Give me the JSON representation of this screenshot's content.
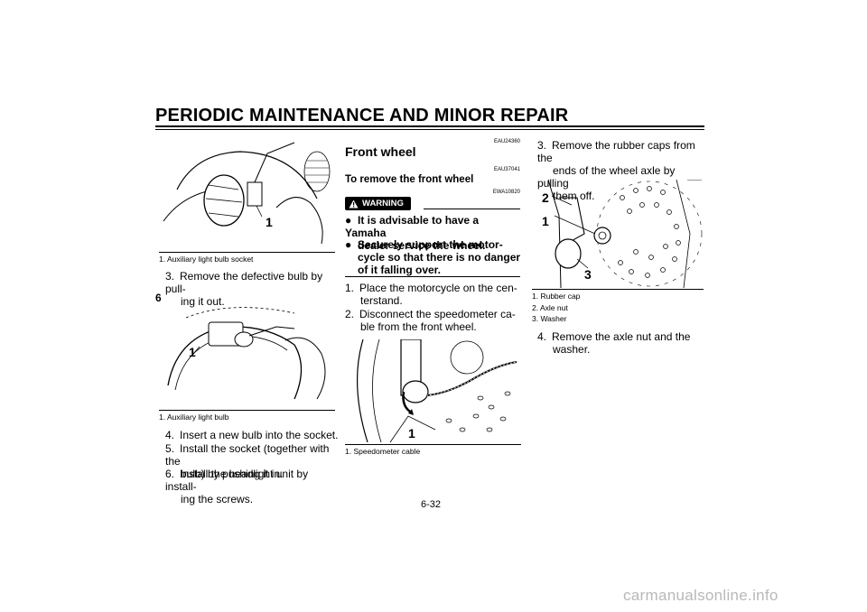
{
  "header": {
    "title": "PERIODIC MAINTENANCE AND MINOR REPAIR"
  },
  "chapter": "6",
  "page_number": "6-32",
  "watermark": "carmanualsonline.info",
  "left": {
    "fig1_label": "1",
    "fig1_caption": "1.  Auxiliary light bulb socket",
    "step3_num": "3.",
    "step3_l1": "Remove the defective bulb by pull-",
    "step3_l2": "ing it out.",
    "fig2_label": "1",
    "fig2_caption": "1.  Auxiliary light bulb",
    "step4_num": "4.",
    "step4_l1": "Insert a new bulb into the socket.",
    "step5_num": "5.",
    "step5_l1": "Install the socket (together with the",
    "step5_l2": "bulb) by pushing it in.",
    "step6_num": "6.",
    "step6_l1": "Install the headlight unit by install-",
    "step6_l2": "ing the screws."
  },
  "middle": {
    "code1": "EAU24360",
    "section_title": "Front wheel",
    "code2": "EAU37041",
    "sub_title": "To remove the front wheel",
    "code3": "EWA10820",
    "warning_label": "WARNING",
    "bullet1_l1": "It is advisable to have a Yamaha",
    "bullet1_l2": "dealer service the wheel.",
    "bullet2_l1": "Securely  support  the  motor-",
    "bullet2_l2": "cycle so that there is no danger",
    "bullet2_l3": "of it falling over.",
    "step1_num": "1.",
    "step1_l1": "Place the motorcycle on the cen-",
    "step1_l2": "terstand.",
    "step2_num": "2.",
    "step2_l1": "Disconnect the speedometer ca-",
    "step2_l2": "ble from the front wheel.",
    "fig3_label": "1",
    "fig3_caption": "1.  Speedometer cable"
  },
  "right": {
    "step3_num": "3.",
    "step3_l1": "Remove the rubber caps from the",
    "step3_l2": "ends of the wheel axle by pulling",
    "step3_l3": "them off.",
    "fig4_label1": "1",
    "fig4_label2": "2",
    "fig4_label3": "3",
    "cap1": "1.  Rubber cap",
    "cap2": "2.  Axle nut",
    "cap3": "3.  Washer",
    "step4_num": "4.",
    "step4_l1": "Remove  the  axle  nut  and  the",
    "step4_l2": "washer."
  }
}
